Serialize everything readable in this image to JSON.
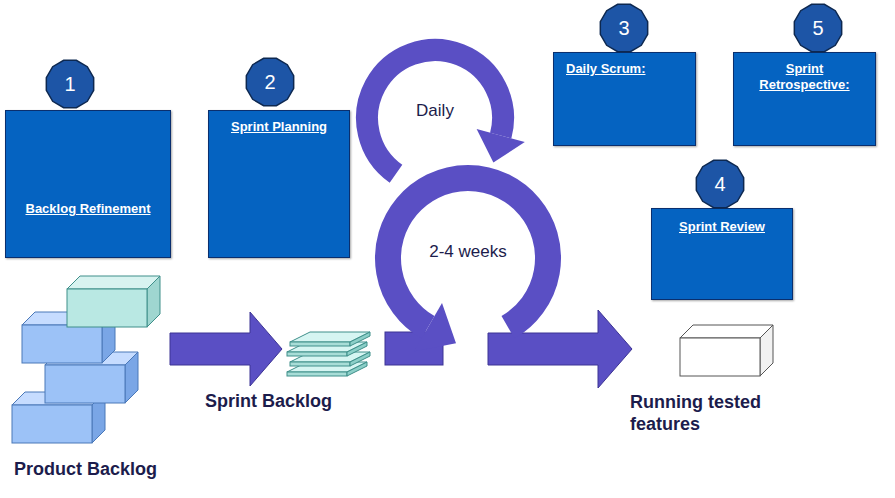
{
  "diagram": {
    "nodes": [
      {
        "text": [
          "1"
        ]
      },
      {
        "text": [
          "Backlog Refinement"
        ]
      },
      {
        "text": [
          "2"
        ]
      },
      {
        "text": [
          "Sprint Planning"
        ]
      },
      {
        "text": [
          "3"
        ]
      },
      {
        "text": [
          "Daily Scrum:"
        ]
      },
      {
        "text": [
          "5"
        ]
      },
      {
        "text": [
          "Sprint Retrospective:"
        ]
      },
      {
        "text": [
          "4"
        ]
      },
      {
        "text": [
          "Sprint Review"
        ]
      }
    ],
    "labels": [
      "Daily",
      "2-4 weeks",
      "Sprint Backlog",
      "Running tested features",
      "Product Backlog"
    ]
  }
}
